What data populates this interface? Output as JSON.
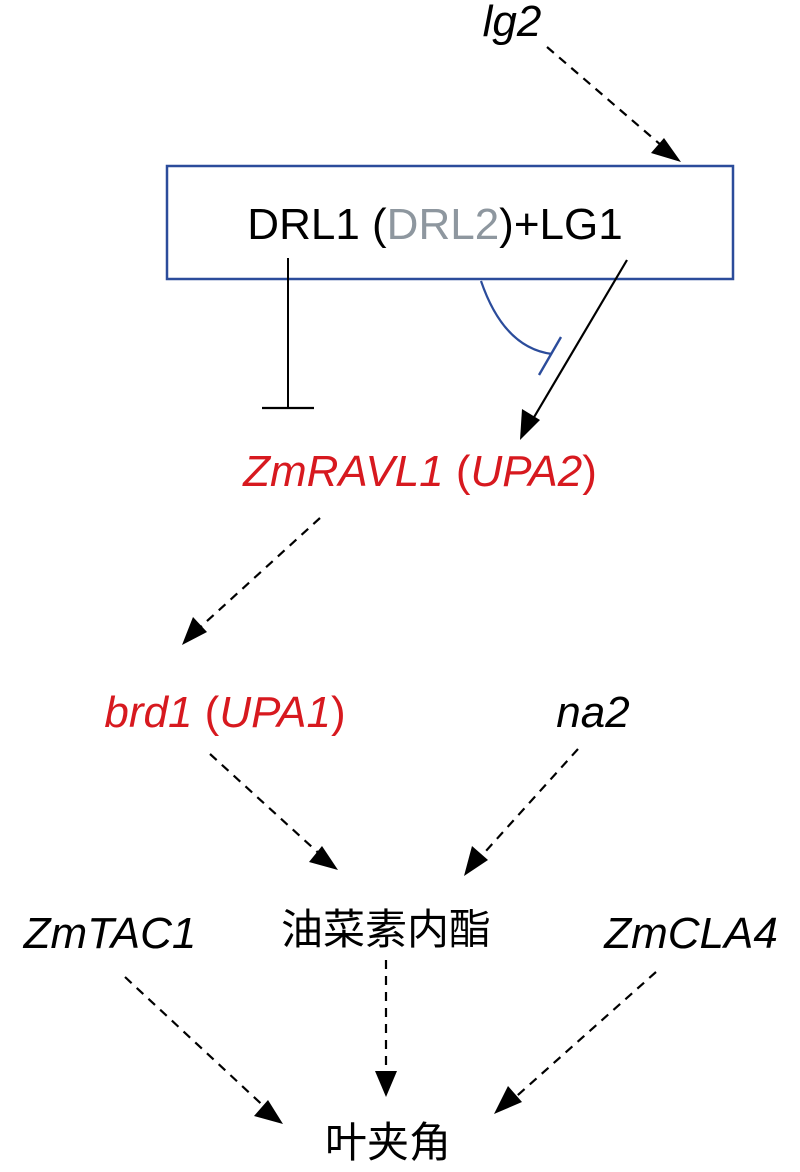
{
  "colors": {
    "text": "#000000",
    "red": "#d7191f",
    "gray": "#8e979f",
    "box": "#2b4c9b",
    "inhibit_blue": "#2b4c9b"
  },
  "nodes": {
    "lg2": "lg2",
    "complex": {
      "drl1": "DRL1 (",
      "drl2": "DRL2",
      "tail": ")+LG1"
    },
    "zmravl1": {
      "gene": "ZmRAVL1",
      "open": " (",
      "alias": "UPA2",
      "close": ")"
    },
    "brd1": {
      "gene": "brd1",
      "open": " (",
      "alias": "UPA1",
      "close": ")"
    },
    "na2": "na2",
    "zmtac1": "ZmTAC1",
    "brassinolide": "油菜素内酯",
    "zmcla4": "ZmCLA4",
    "leaf_angle": "叶夹角"
  },
  "edges": [
    {
      "from": "lg2",
      "to": "complex",
      "type": "dashed-arrow"
    },
    {
      "from": "DRL1",
      "to": "zmravl1",
      "type": "inhibition"
    },
    {
      "from": "DRL1",
      "to": "LG1",
      "type": "inhibition"
    },
    {
      "from": "LG1",
      "to": "zmravl1",
      "type": "arrow"
    },
    {
      "from": "zmravl1",
      "to": "brd1",
      "type": "dashed-arrow"
    },
    {
      "from": "brd1",
      "to": "brassinolide",
      "type": "dashed-arrow"
    },
    {
      "from": "na2",
      "to": "brassinolide",
      "type": "dashed-arrow"
    },
    {
      "from": "zmtac1",
      "to": "leaf_angle",
      "type": "dashed-arrow"
    },
    {
      "from": "brassinolide",
      "to": "leaf_angle",
      "type": "dashed-arrow"
    },
    {
      "from": "zmcla4",
      "to": "leaf_angle",
      "type": "dashed-arrow"
    }
  ]
}
